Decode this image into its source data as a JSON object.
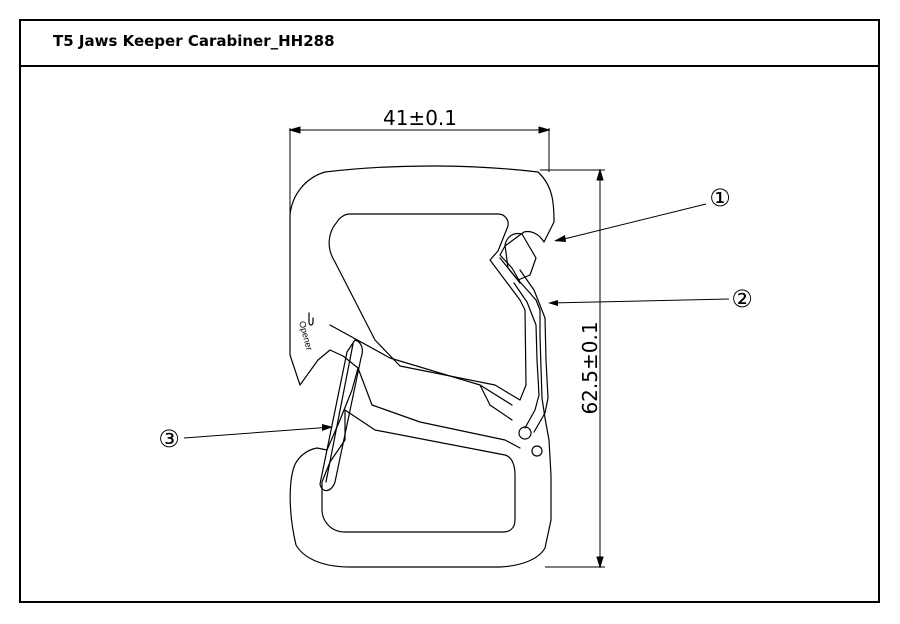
{
  "title": "T5 Jaws Keeper Carabiner_HH288",
  "dimensions": {
    "width_label": "41±0.1",
    "height_label": "62.5±0.1"
  },
  "opener_label": "Opener",
  "callouts": [
    "①",
    "②",
    "③"
  ],
  "colors": {
    "line": "#000000",
    "background": "#ffffff"
  }
}
